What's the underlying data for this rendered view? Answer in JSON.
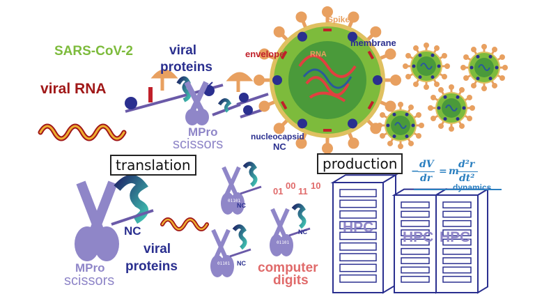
{
  "labels": {
    "sars": "SARS-CoV-2",
    "viral_proteins_1": "viral",
    "viral_proteins_2": "proteins",
    "viral_rna": "viral RNA",
    "mpro_top_1": "MPro",
    "mpro_top_2": "scissors",
    "spike": "Spike",
    "envelope": "envelope",
    "membrane": "membrane",
    "rna": "RNA",
    "nucleocapsid_1": "nucleocapsid",
    "nucleocapsid_2": "NC",
    "translation": "translation",
    "production": "production",
    "dynamics": "dynamics",
    "nc_bottom": "NC",
    "viral_proteins_b1": "viral",
    "viral_proteins_b2": "proteins",
    "mpro_bottom_1": "MPro",
    "mpro_bottom_2": "scissors",
    "computer_1": "computer",
    "computer_2": "digits",
    "binary_1": "01",
    "binary_2": "00",
    "binary_3": "11",
    "binary_4": "10",
    "nc_small": "NC",
    "hpc": "HPC",
    "bits": "01101"
  },
  "equation": {
    "lhs_sign": "−",
    "lhs_num": "dV",
    "lhs_den": "dr",
    "eq": "=",
    "m": "m",
    "rhs_num": "d²r",
    "rhs_den": "dt²"
  },
  "colors": {
    "green": "#7dbb3c",
    "navy": "#2a2f8f",
    "red": "#c0202a",
    "orange": "#e8a060",
    "purple": "#8f86c8",
    "salmon": "#e06a6a",
    "blue": "#2a7fc0"
  }
}
